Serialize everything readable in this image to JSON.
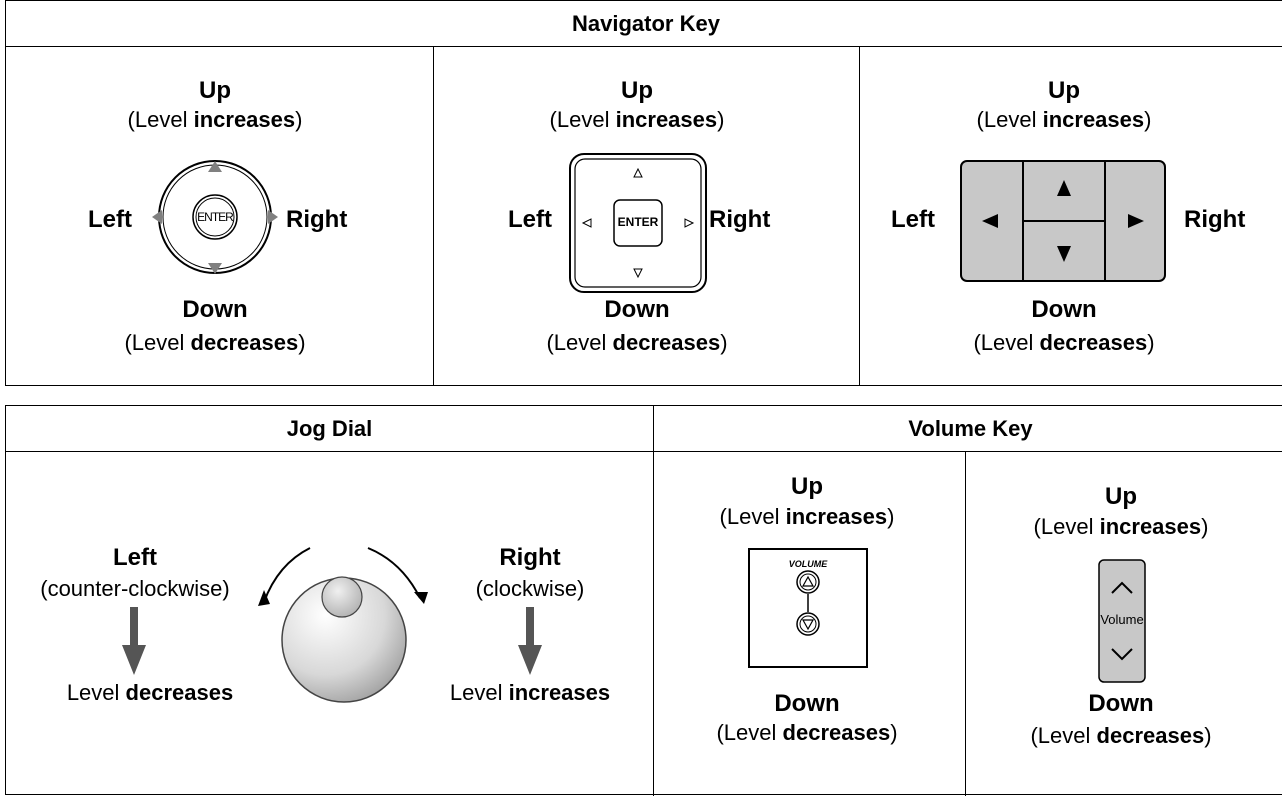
{
  "navigator": {
    "title": "Navigator Key",
    "up": "Up",
    "down": "Down",
    "left": "Left",
    "right": "Right",
    "level_prefix": "(Level ",
    "increases": "increases",
    "decreases": "decreases",
    "level_suffix": ")",
    "enter_label_1": "ENTER",
    "enter_label_2": "ENTER"
  },
  "jog": {
    "title": "Jog Dial",
    "left": "Left",
    "left_sub": "(counter-clockwise)",
    "right": "Right",
    "right_sub": "(clockwise)",
    "level": "Level ",
    "decreases": "decreases",
    "increases": "increases"
  },
  "volume": {
    "title": "Volume Key",
    "up": "Up",
    "down": "Down",
    "level_prefix": "(Level ",
    "increases": "increases",
    "decreases": "decreases",
    "level_suffix": ")",
    "panel_label": "VOLUME",
    "rocker_label": "Volume"
  },
  "colors": {
    "border": "#000000",
    "gray_key": "#c8c8c8",
    "arrow_gray": "#808080"
  }
}
